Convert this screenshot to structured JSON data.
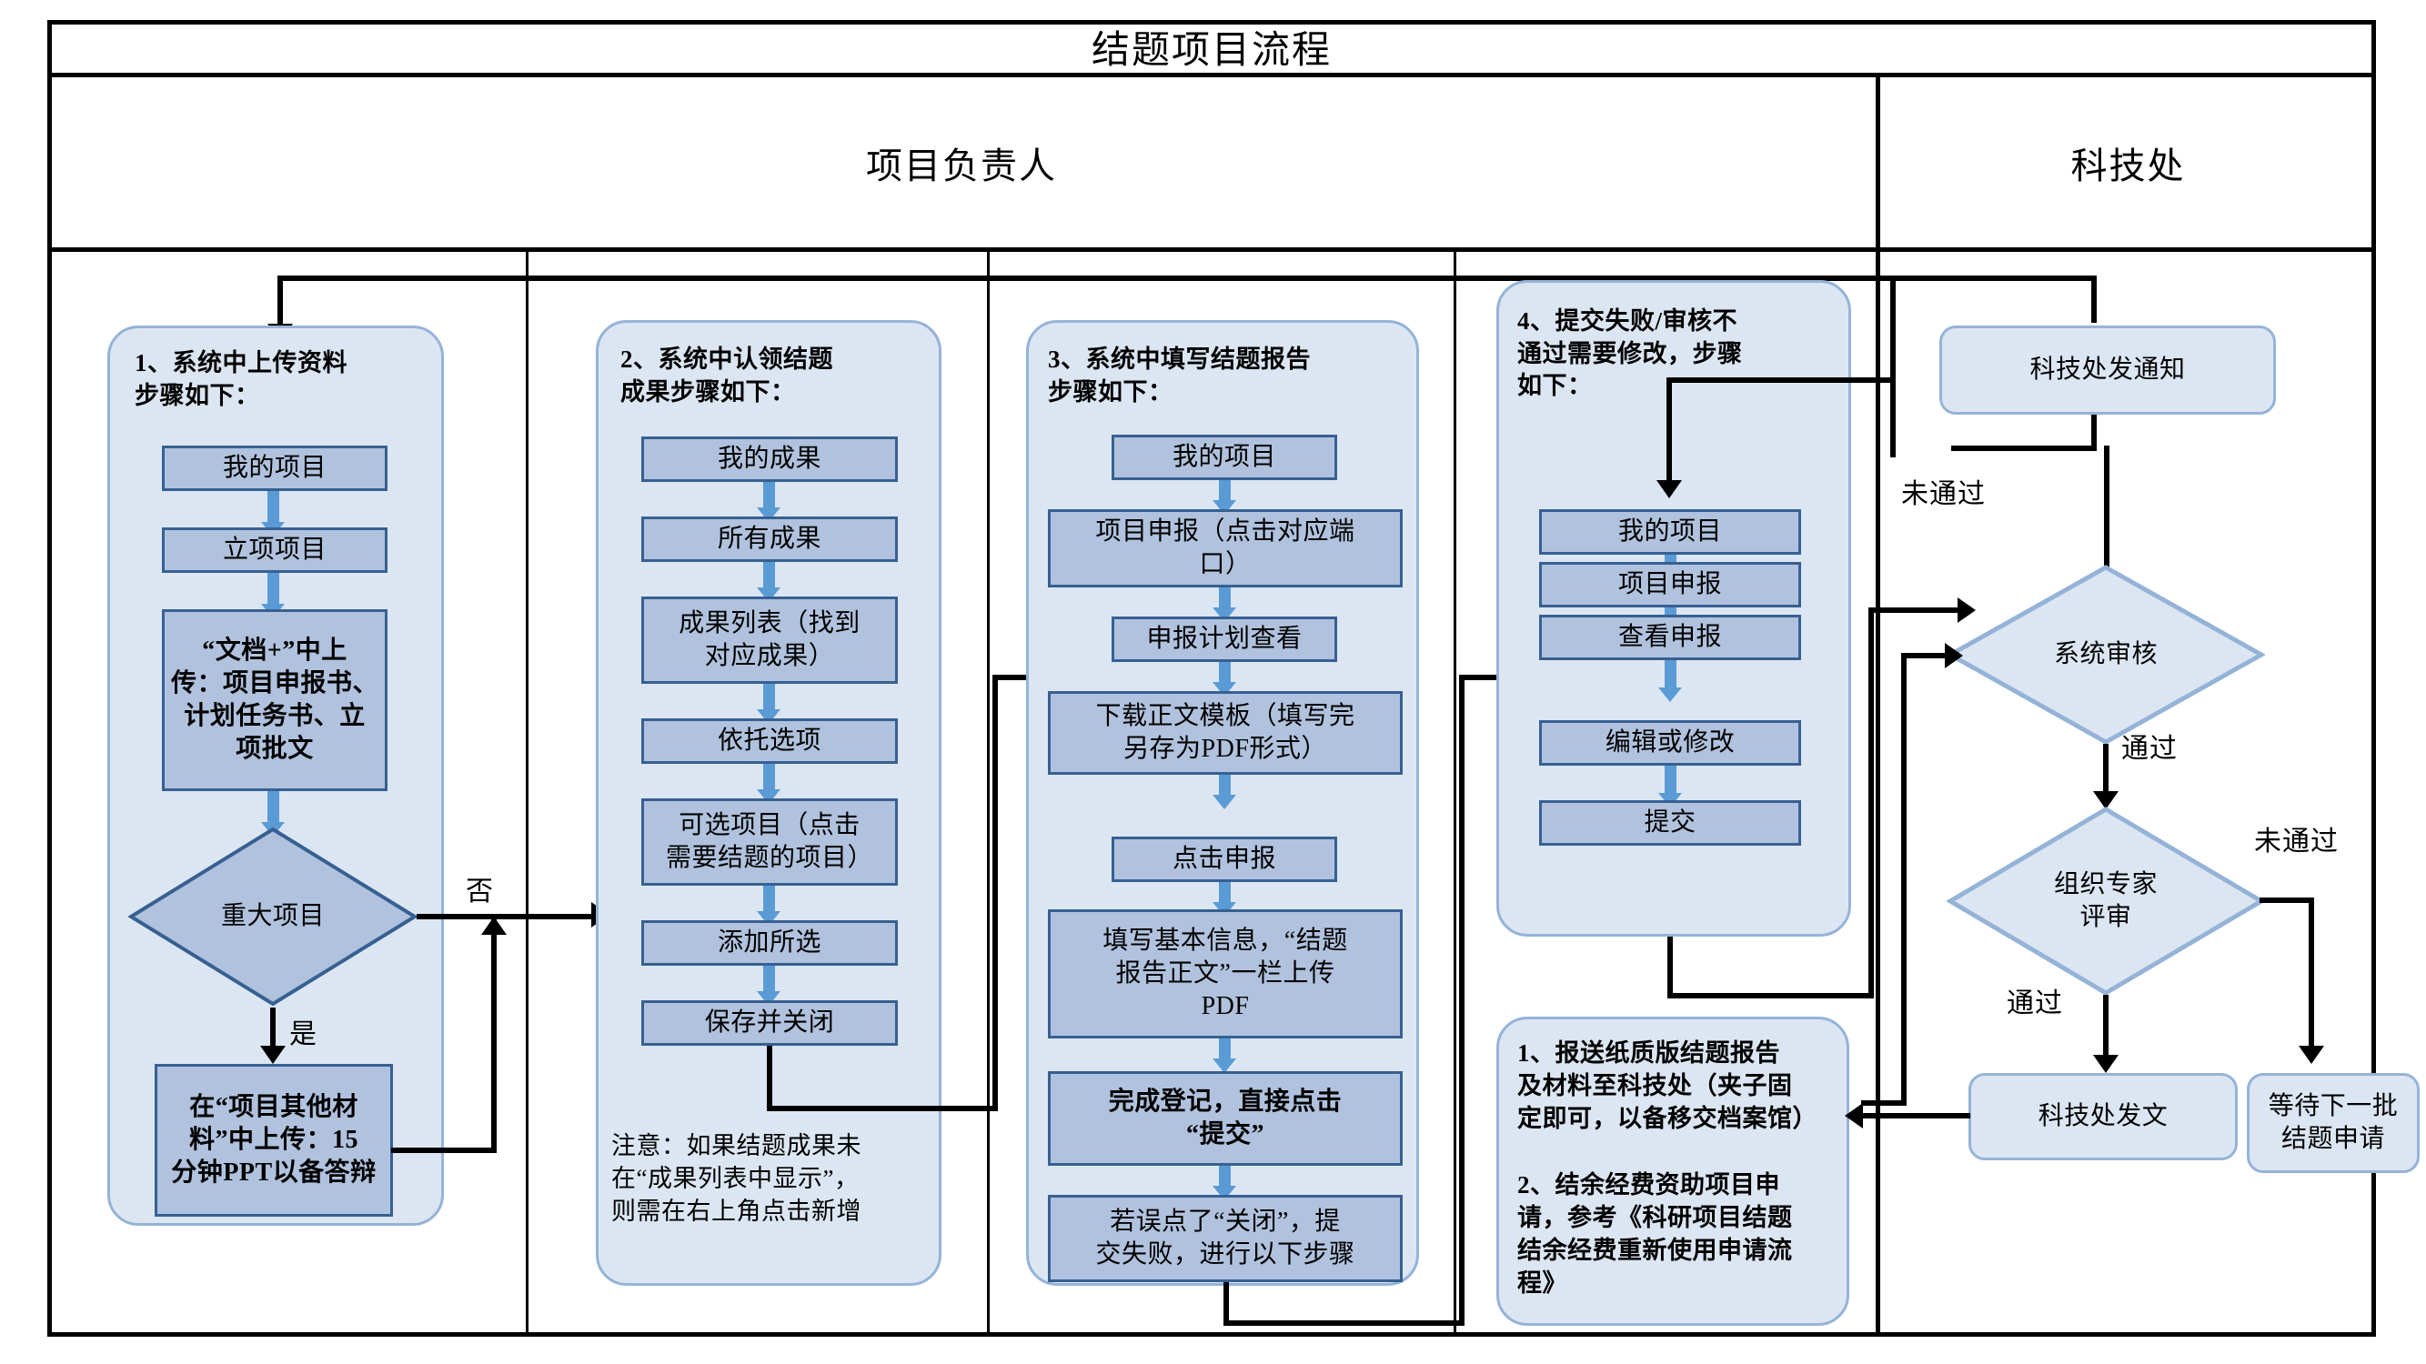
{
  "diagram": {
    "title": "结题项目流程",
    "lanes": [
      {
        "id": "owner",
        "label": "项目负责人"
      },
      {
        "id": "office",
        "label": "科技处"
      }
    ],
    "colors": {
      "group_fill": "#dce6f2",
      "group_border": "#95b3d7",
      "process_fill": "#b0c2dd",
      "process_border": "#376092",
      "arrow_blue": "#5b9bd5",
      "arrow_black": "#000000",
      "frame": "#000000"
    }
  },
  "groups": [
    {
      "id": "g1",
      "title": "1、系统中上传资料\n步骤如下：",
      "steps": [
        {
          "id": "g1s1",
          "text": "我的项目"
        },
        {
          "id": "g1s2",
          "text": "立项项目"
        },
        {
          "id": "g1s3",
          "text": "“文档+”中上\n传：项目申报书、\n计划任务书、立\n项批文",
          "bold_tail": true
        },
        {
          "id": "g1s4",
          "text": "在“项目其他材\n料”中上传：15\n分钟PPT以备答辩"
        }
      ],
      "decision": {
        "id": "g1d1",
        "text": "重大项目",
        "yes_label": "是",
        "no_label": "否"
      }
    },
    {
      "id": "g2",
      "title": "2、系统中认领结题\n成果步骤如下：",
      "steps": [
        {
          "id": "g2s1",
          "text": "我的成果"
        },
        {
          "id": "g2s2",
          "text": "所有成果"
        },
        {
          "id": "g2s3",
          "text": "成果列表（找到\n对应成果）"
        },
        {
          "id": "g2s4",
          "text": "依托选项"
        },
        {
          "id": "g2s5",
          "text": "可选项目（点击\n需要结题的项目）"
        },
        {
          "id": "g2s6",
          "text": "添加所选"
        },
        {
          "id": "g2s7",
          "text": "保存并关闭"
        }
      ],
      "note": "注意：如果结题成果未\n在“成果列表中显示”，\n则需在右上角点击新增"
    },
    {
      "id": "g3",
      "title": "3、系统中填写结题报告\n步骤如下：",
      "steps": [
        {
          "id": "g3s1",
          "text": "我的项目"
        },
        {
          "id": "g3s2",
          "text": "项目申报（点击对应端\n口）"
        },
        {
          "id": "g3s3",
          "text": "申报计划查看"
        },
        {
          "id": "g3s4",
          "text": "下载正文模板（填写完\n另存为PDF形式）"
        },
        {
          "id": "g3s5",
          "text": "点击申报"
        },
        {
          "id": "g3s6",
          "text": "填写基本信息，“结题\n报告正文”一栏上传\nPDF"
        },
        {
          "id": "g3s7",
          "text": "完成登记，直接点击\n“提交”"
        },
        {
          "id": "g3s8",
          "text": "若误点了“关闭”，提\n交失败，进行以下步骤"
        }
      ]
    },
    {
      "id": "g4",
      "title": "4、提交失败/审核不\n通过需要修改，步骤\n如下：",
      "steps": [
        {
          "id": "g4s1",
          "text": "我的项目"
        },
        {
          "id": "g4s2",
          "text": "项目申报"
        },
        {
          "id": "g4s3",
          "text": "查看申报"
        },
        {
          "id": "g4s4",
          "text": "编辑或修改"
        },
        {
          "id": "g4s5",
          "text": "提交"
        }
      ]
    },
    {
      "id": "g5",
      "note": "1、报送纸质版结题报告\n及材料至科技处（夹子固\n定即可，以备移交档案馆）\n\n2、结余经费资助项目申\n请，参考《科研项目结题\n结余经费重新使用申请流\n程》"
    }
  ],
  "office_lane": {
    "notice": "科技处发通知",
    "decision_system": "系统审核",
    "decision_expert": "组织专家\n评审",
    "result_pass": "科技处发文",
    "result_fail": "等待下一批\n结题申请",
    "labels": {
      "system_fail": "未通过",
      "system_pass": "通过",
      "expert_fail": "未通过",
      "expert_pass": "通过"
    }
  }
}
